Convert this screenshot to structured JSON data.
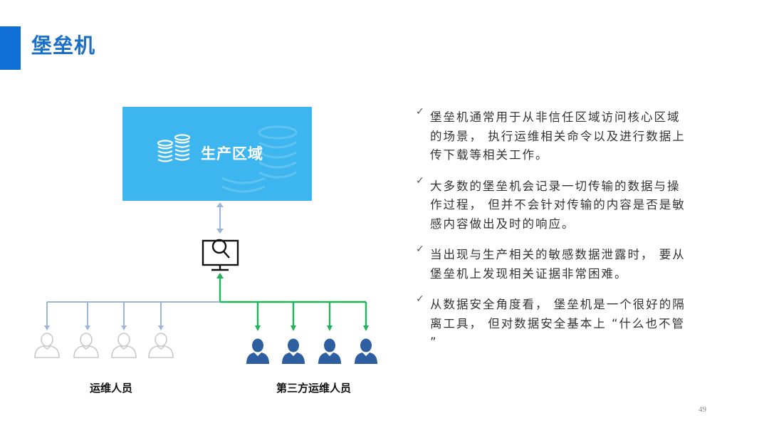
{
  "slide": {
    "title": "堡垒机",
    "page_number": "49",
    "accent_color": "#0f6fd6"
  },
  "diagram": {
    "zone_label": "生产区域",
    "zone_icon": "database-icon",
    "gateway_icon": "monitor-search-icon",
    "ops_group": {
      "label": "运维人员",
      "count": 4,
      "line_color": "#9bb6d8",
      "icon": "person-outline-icon"
    },
    "third_party_group": {
      "label": "第三方运维人员",
      "count": 4,
      "line_color": "#1fb45a",
      "icon": "person-filled-icon"
    }
  },
  "bullets": [
    "堡垒机通常用于从非信任区域访问核心区域的场景， 执行运维相关命令以及进行数据上传下载等相关工作。",
    "大多数的堡垒机会记录一切传输的数据与操作过程， 但并不会针对传输的内容是否是敏感内容做出及时的响应。",
    "当出现与生产相关的敏感数据泄露时， 要从堡垒机上发现相关证据非常困难。",
    "从数据安全角度看， 堡垒机是一个很好的隔离工具， 但对数据安全基本上 “什么也不管 ”"
  ]
}
